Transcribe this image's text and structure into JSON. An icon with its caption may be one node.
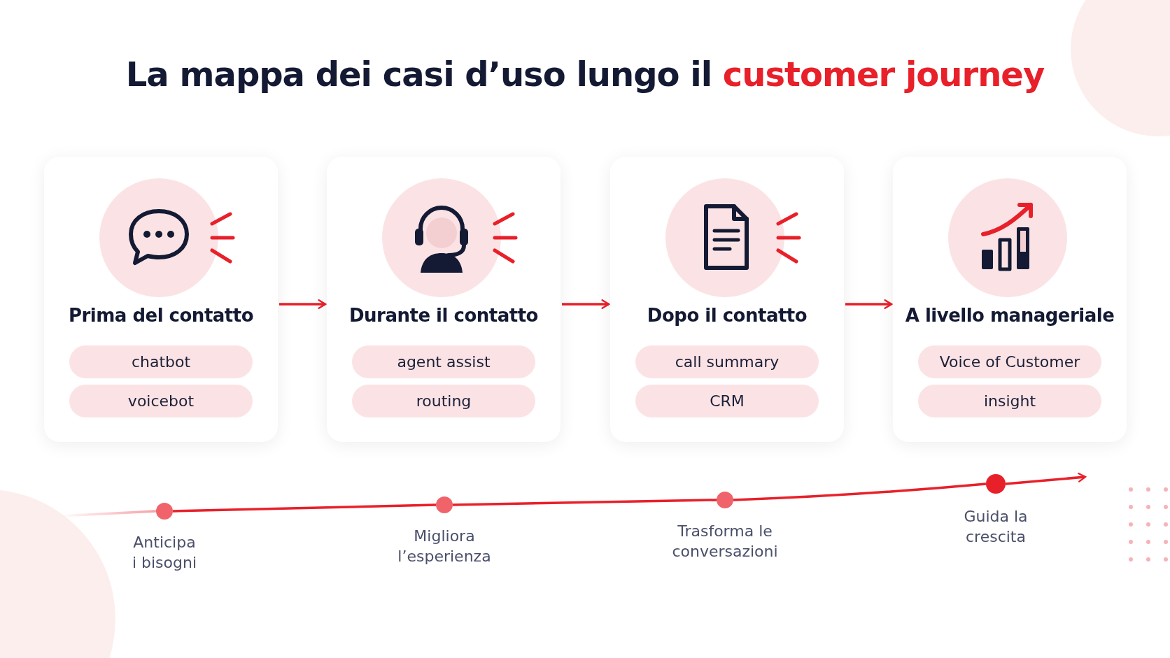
{
  "diagram": {
    "title": "La mappa dei casi d’uso lungo il **customer journey**",
    "nodes": [
      {
        "text": [
          "Prima del contatto"
        ]
      },
      {
        "text": [
          "chatbot"
        ],
        "in": 0
      },
      {
        "text": [
          "voicebot"
        ],
        "in": 0
      },
      {
        "text": [
          "Durante il contatto"
        ]
      },
      {
        "text": [
          "agent assist"
        ],
        "in": 3
      },
      {
        "text": [
          "routing"
        ],
        "in": 3
      },
      {
        "text": [
          "Dopo il contatto"
        ]
      },
      {
        "text": [
          "call summary"
        ],
        "in": 6
      },
      {
        "text": [
          "CRM"
        ],
        "in": 6
      },
      {
        "text": [
          "A livello manageriale"
        ]
      },
      {
        "text": [
          "Voice of Customer"
        ],
        "in": 9
      },
      {
        "text": [
          "insight"
        ],
        "in": 9
      },
      {
        "text": [],
        "shape": "circle",
        "beside": [
          "Anticipa i bisogni"
        ]
      },
      {
        "text": [],
        "shape": "circle",
        "beside": [
          "Migliora l’esperienza"
        ]
      },
      {
        "text": [],
        "shape": "circle",
        "beside": [
          "Trasforma le conversazioni"
        ]
      },
      {
        "text": [],
        "shape": "circle",
        "beside": [
          "Guida la crescita"
        ]
      }
    ],
    "edges": [
      {
        "from": 0,
        "to": 3,
        "arrow": "to"
      },
      {
        "from": 3,
        "to": 6,
        "arrow": "to"
      },
      {
        "from": 6,
        "to": 9,
        "arrow": "to"
      },
      {
        "from": null,
        "to": 12,
        "arrow": "none"
      },
      {
        "from": 12,
        "to": 13,
        "arrow": "none"
      },
      {
        "from": 13,
        "to": 14,
        "arrow": "none"
      },
      {
        "from": 14,
        "to": 15,
        "arrow": "none"
      },
      {
        "from": 15,
        "to": null,
        "arrow": "to"
      }
    ]
  }
}
